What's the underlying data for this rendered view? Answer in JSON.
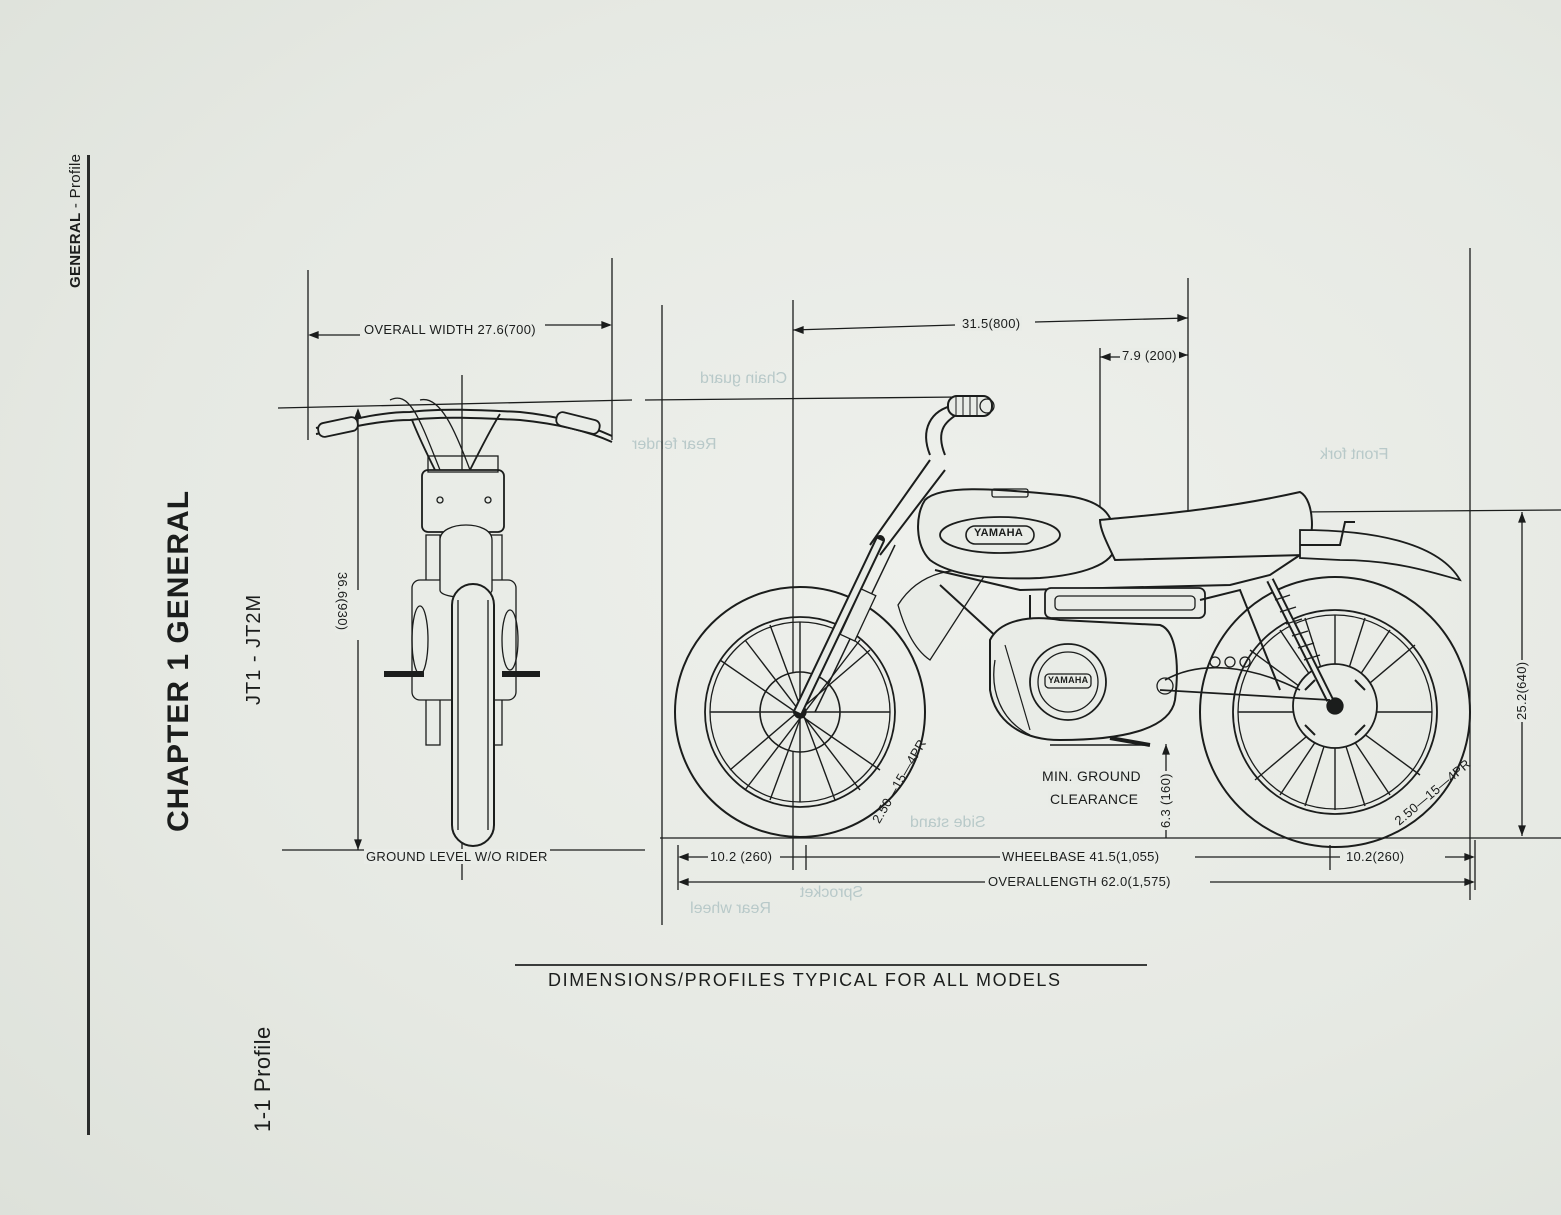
{
  "header": {
    "section_bold": "GENERAL",
    "separator": " - ",
    "section_sub": "Profile"
  },
  "chapter_title": "CHAPTER 1 GENERAL",
  "models": "JT1 - JT2M",
  "section_title": "1-1 Profile",
  "caption": "DIMENSIONS/PROFILES TYPICAL FOR ALL MODELS",
  "front_view": {
    "overall_width": "OVERALL WIDTH 27.6(700)",
    "height": "36.6(930)",
    "ground_level": "GROUND LEVEL W/O RIDER"
  },
  "side_view": {
    "tank_to_seat": "31.5(800)",
    "seat_offset": "7.9 (200)",
    "seat_height": "25.2(640)",
    "ground_clearance_label_1": "MIN. GROUND",
    "ground_clearance_label_2": "CLEARANCE",
    "ground_clearance_value": "6.3 (160)",
    "front_overhang": "10.2 (260)",
    "wheelbase": "WHEELBASE 41.5(1,055)",
    "rear_overhang": "10.2(260)",
    "overall_length": "OVERALLENGTH 62.0(1,575)",
    "front_tire": "2.50—15—4PR",
    "rear_tire": "2.50—15—4PR",
    "tank_logo": "YAMAHA",
    "engine_logo": "YAMAHA"
  },
  "show_through": [
    "Chain guard",
    "Rear fender",
    "Front fork",
    "Side stand",
    "Sprocket",
    "Rear wheel"
  ],
  "colors": {
    "ink": "#1b1d1c",
    "paper": "#e9ece7",
    "ghost": "#b8c9c9"
  }
}
